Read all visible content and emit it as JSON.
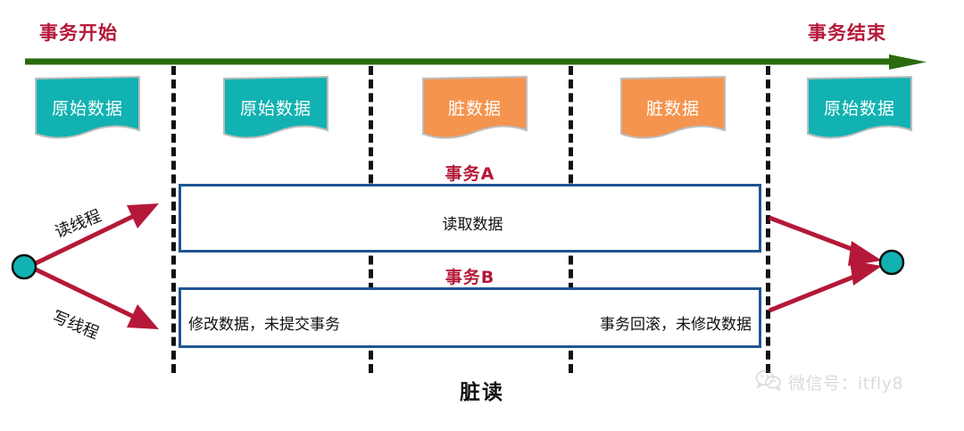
{
  "diagram": {
    "caption": "脏读",
    "timeline": {
      "start_label": "事务开始",
      "end_label": "事务结束",
      "axis_color": "#2a6b0e",
      "label_color": "#b51838"
    },
    "data_cards": [
      {
        "label": "原始数据",
        "kind": "clean",
        "color": "#12b2b2"
      },
      {
        "label": "原始数据",
        "kind": "clean",
        "color": "#12b2b2"
      },
      {
        "label": "脏数据",
        "kind": "dirty",
        "color": "#f4944f"
      },
      {
        "label": "脏数据",
        "kind": "dirty",
        "color": "#f4944f"
      },
      {
        "label": "原始数据",
        "kind": "clean",
        "color": "#12b2b2"
      }
    ],
    "transactions": [
      {
        "title": "事务A",
        "box_color": "#1f5592",
        "cells": [
          {
            "text": "读取数据",
            "align": "center"
          }
        ]
      },
      {
        "title": "事务B",
        "box_color": "#1f5592",
        "cells": [
          {
            "text": "修改数据，未提交事务",
            "align": "left"
          },
          {
            "text": "事务回滚，未修改数据",
            "align": "right"
          }
        ]
      }
    ],
    "threads": [
      {
        "label": "读线程",
        "target": "事务A"
      },
      {
        "label": "写线程",
        "target": "事务B"
      }
    ],
    "nodes": {
      "start_node_color": "#12b2b2",
      "end_node_color": "#12b2b2",
      "arrow_color": "#b51838"
    },
    "watermark": {
      "text": "微信号：itfly8",
      "icon": "wechat-icon"
    }
  }
}
